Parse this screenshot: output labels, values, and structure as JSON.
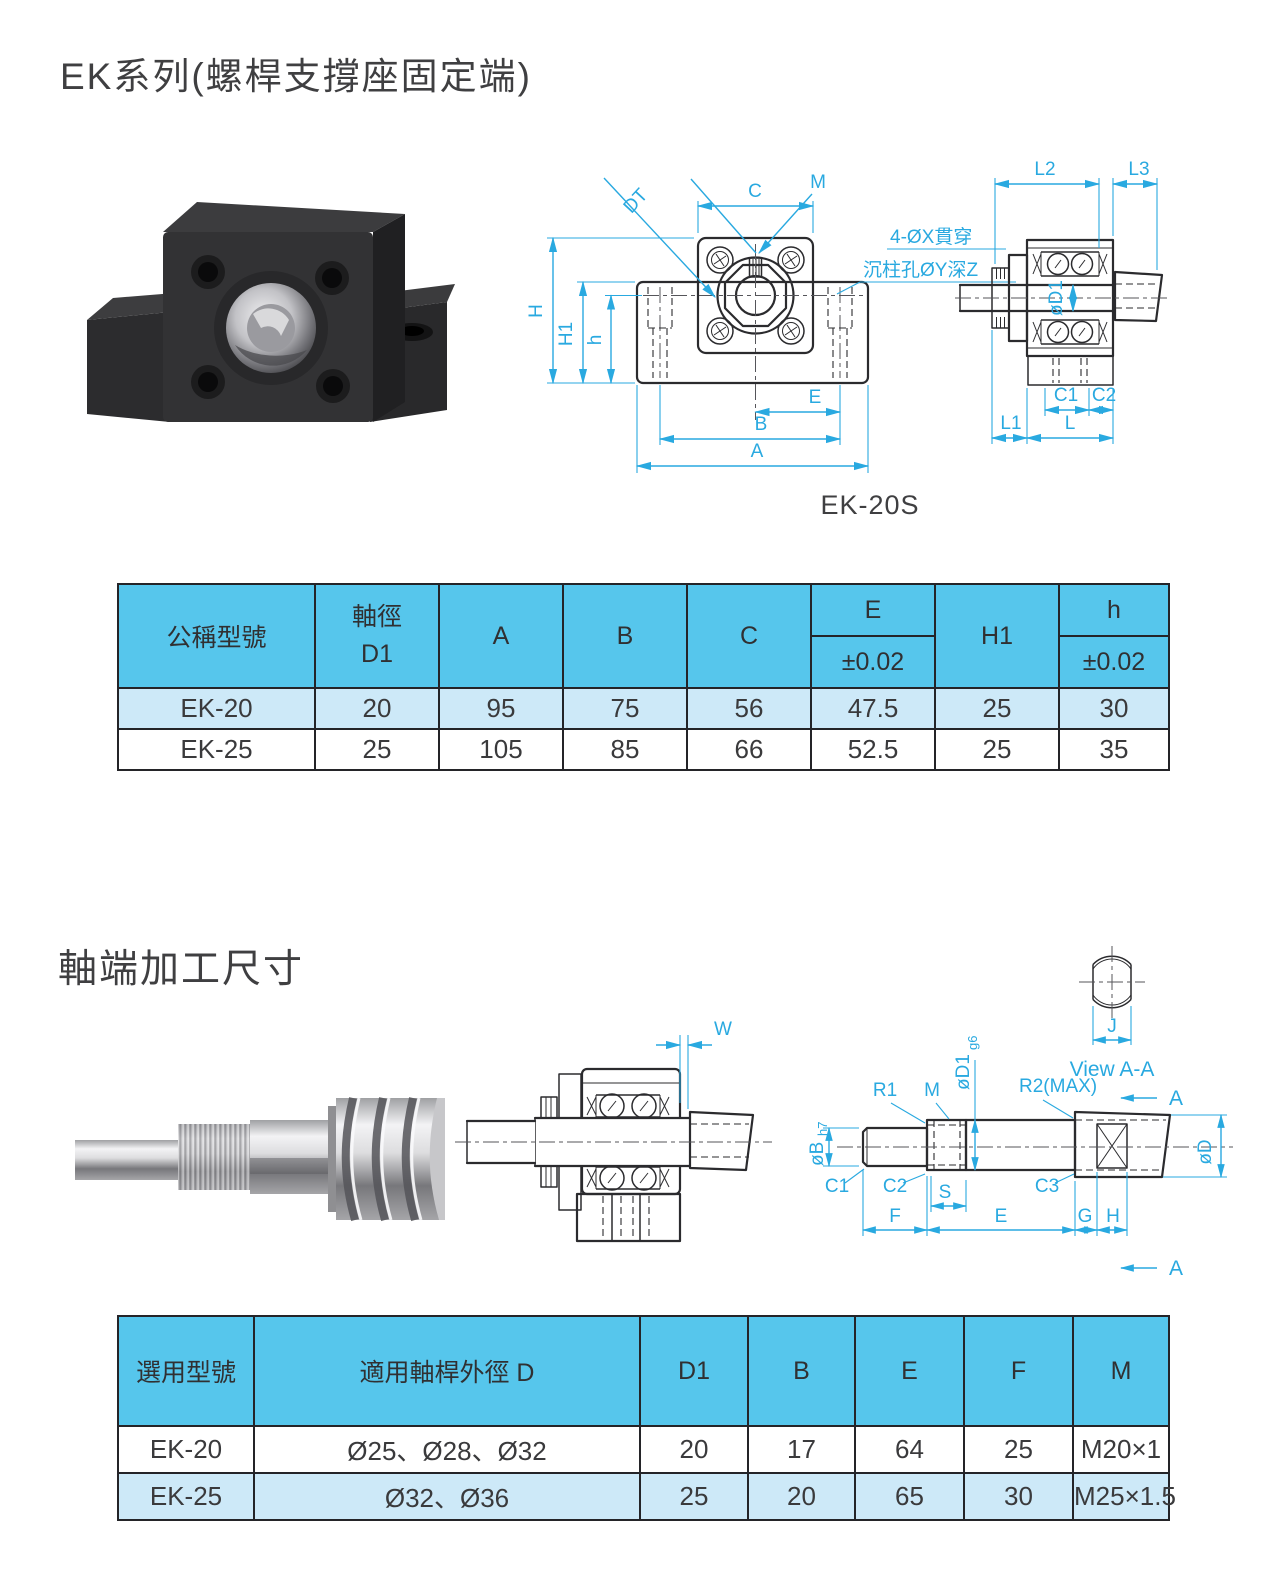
{
  "colors": {
    "accent": "#29a9e0",
    "table_header": "#56c6ec",
    "row_alt": "#cde9f8",
    "line": "#2b2b2e"
  },
  "sections": [
    {
      "title": "EK系列(螺桿支撐座固定端)",
      "caption": "EK-20S"
    },
    {
      "title": "軸端加工尺寸"
    }
  ],
  "dwg1": {
    "c": "C",
    "m": "M",
    "dt": "DT",
    "note1": "4-ØX貫穿",
    "note2": "沉柱孔ØY深Z",
    "h": "H",
    "h1": "H1",
    "hs": "h",
    "e": "E",
    "b": "B",
    "a": "A"
  },
  "dwg2": {
    "l2": "L2",
    "l3": "L3",
    "d1": "øD1",
    "c1": "C1",
    "c2": "C2",
    "l1": "L1",
    "l": "L"
  },
  "dwg3": {
    "w": "W"
  },
  "dwg4": {
    "j": "J",
    "view": "View A-A",
    "a_top": "A",
    "a_bot": "A",
    "ob": "øB",
    "obs": "h7",
    "c1": "C1",
    "r1": "R1",
    "m": "M",
    "od1": "øD1",
    "od1s": "g6",
    "r2": "R2(MAX)",
    "c2": "C2",
    "s": "S",
    "c3": "C3",
    "f": "F",
    "e": "E",
    "g": "G",
    "h": "H",
    "od": "øD"
  },
  "table1": {
    "headers": {
      "model": "公稱型號",
      "dia1": "軸徑",
      "dia2": "D1",
      "a": "A",
      "b": "B",
      "c": "C",
      "e": "E",
      "tol": "±0.02",
      "h1": "H1",
      "h": "h"
    },
    "rows": [
      [
        "EK-20",
        "20",
        "95",
        "75",
        "56",
        "47.5",
        "25",
        "30"
      ],
      [
        "EK-25",
        "25",
        "105",
        "85",
        "66",
        "52.5",
        "25",
        "35"
      ]
    ]
  },
  "table2": {
    "headers": {
      "model": "選用型號",
      "d": "適用軸桿外徑 D",
      "d1": "D1",
      "b": "B",
      "e": "E",
      "f": "F",
      "m": "M"
    },
    "rows": [
      [
        "EK-20",
        "Ø25、Ø28、Ø32",
        "20",
        "17",
        "64",
        "25",
        "M20×1"
      ],
      [
        "EK-25",
        "Ø32、Ø36",
        "25",
        "20",
        "65",
        "30",
        "M25×1.5"
      ]
    ]
  }
}
